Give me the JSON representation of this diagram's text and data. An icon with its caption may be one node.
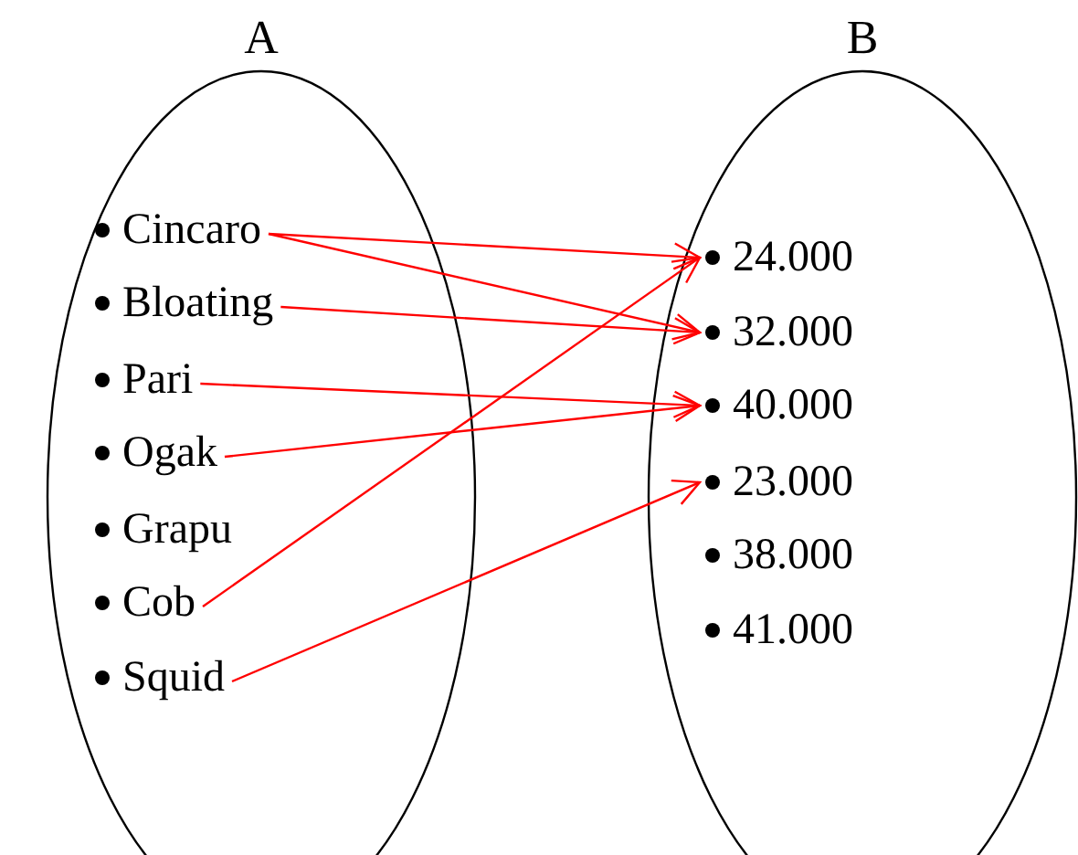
{
  "diagram": {
    "nodes": [
      {
        "text": [
          "A"
        ]
      },
      {
        "text": [
          "Cincaro"
        ],
        "in": 0
      },
      {
        "text": [
          "Bloating"
        ],
        "in": 0
      },
      {
        "text": [
          "Pari"
        ],
        "in": 0
      },
      {
        "text": [
          "Ogak"
        ],
        "in": 0
      },
      {
        "text": [
          "Grapu"
        ],
        "in": 0
      },
      {
        "text": [
          "Cob"
        ],
        "in": 0
      },
      {
        "text": [
          "Squid"
        ],
        "in": 0
      },
      {
        "text": [
          "B"
        ]
      },
      {
        "text": [
          "24.000"
        ],
        "in": 8
      },
      {
        "text": [
          "32.000"
        ],
        "in": 8
      },
      {
        "text": [
          "40.000"
        ],
        "in": 8
      },
      {
        "text": [
          "23.000"
        ],
        "in": 8
      },
      {
        "text": [
          "38.000"
        ],
        "in": 8
      },
      {
        "text": [
          "41.000"
        ],
        "in": 8
      }
    ],
    "edges": [
      {
        "from": 1,
        "to": 9,
        "arrow": "to",
        "color": "#ff0000"
      },
      {
        "from": 1,
        "to": 10,
        "arrow": "to",
        "color": "#ff0000"
      },
      {
        "from": 2,
        "to": 10,
        "arrow": "to",
        "color": "#ff0000"
      },
      {
        "from": 3,
        "to": 11,
        "arrow": "to",
        "color": "#ff0000"
      },
      {
        "from": 4,
        "to": 11,
        "arrow": "to",
        "color": "#ff0000"
      },
      {
        "from": 6,
        "to": 9,
        "arrow": "to",
        "color": "#ff0000"
      },
      {
        "from": 7,
        "to": 12,
        "arrow": "to",
        "color": "#ff0000"
      }
    ]
  }
}
